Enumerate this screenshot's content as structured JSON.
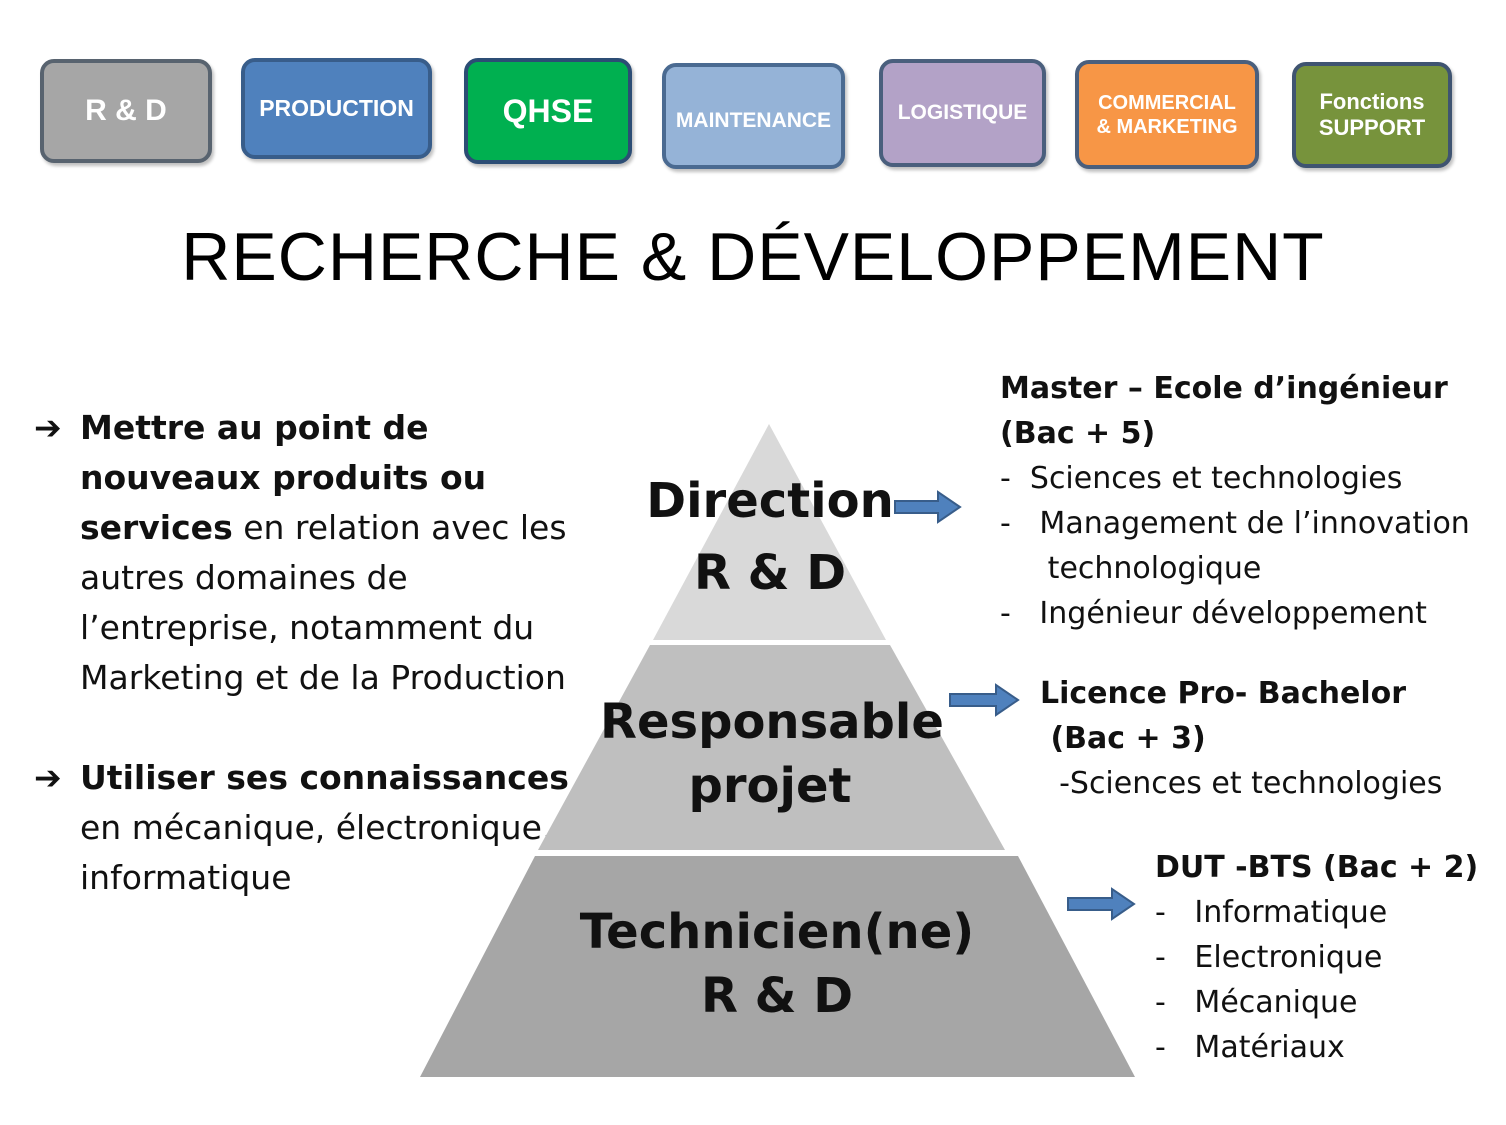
{
  "tabs": [
    {
      "id": "rd",
      "label": "R & D",
      "bg": "#a6a6a6",
      "border": "#58636f"
    },
    {
      "id": "production",
      "label": "PRODUCTION",
      "bg": "#4f81bd",
      "border": "#385d8a"
    },
    {
      "id": "qhse",
      "label": "QHSE",
      "bg": "#00b050",
      "border": "#2c4d75"
    },
    {
      "id": "maintenance",
      "label": "MAINTENANCE",
      "bg": "#95b3d7",
      "border": "#4a6a91"
    },
    {
      "id": "logistique",
      "label": "LOGISTIQUE",
      "bg": "#b3a2c7",
      "border": "#4a5f7d"
    },
    {
      "id": "commercial",
      "label": "COMMERCIAL\n& MARKETING",
      "bg": "#f79646",
      "border": "#4a5f7d"
    },
    {
      "id": "support",
      "label": "Fonctions\nSUPPORT",
      "bg": "#77933c",
      "border": "#3f5471"
    }
  ],
  "title": "RECHERCHE & DÉVELOPPEMENT",
  "left": {
    "point1": {
      "bold": "Mettre au point de nouveaux produits ou services",
      "rest": " en relation avec les autres domaines de l’entreprise, notamment du Marketing et de la Production"
    },
    "point2": {
      "bold": "Utiliser ses connaissances",
      "rest": " en mécanique, électronique, informatique"
    }
  },
  "pyramid": {
    "levels": [
      {
        "line1": "Direction",
        "line2": "R & D",
        "fill": "#d9d9d9"
      },
      {
        "line1": "Responsable",
        "line2": "projet",
        "fill": "#bfbfbf"
      },
      {
        "line1": "Technicien(ne)",
        "line2": "R & D",
        "fill": "#a6a6a6"
      }
    ],
    "arrow_color": "#4f81bd"
  },
  "education": {
    "master": {
      "heading1": "Master – Ecole d’ingénieur",
      "heading2": "(Bac + 5)",
      "items": [
        "-  Sciences et technologies",
        "-   Management de l’innovation",
        "     technologique",
        "-   Ingénieur développement"
      ]
    },
    "licence": {
      "heading1": "Licence Pro- Bachelor",
      "heading2": " (Bac + 3)",
      "items": [
        "  -Sciences et technologies"
      ]
    },
    "dut": {
      "heading1": "DUT -BTS (Bac + 2)",
      "items": [
        "-   Informatique",
        "-   Electronique",
        "-   Mécanique",
        "-   Matériaux"
      ]
    }
  }
}
